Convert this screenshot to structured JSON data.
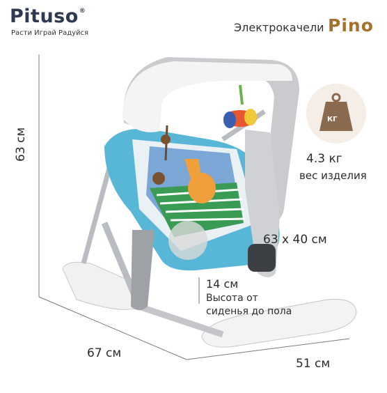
{
  "brand": {
    "logo_text": "Pituso",
    "trademark": "®",
    "tagline": "Расти Играй Радуйся"
  },
  "header": {
    "product_type": "Электрокачели",
    "model_name": "Pino"
  },
  "weight": {
    "icon_label": "КГ",
    "value": "4.3 кг",
    "label": "вес изделия"
  },
  "dimensions": {
    "height": "63 см",
    "seat_size": "63 x 40 см",
    "seat_height": "14 см",
    "seat_height_note_line1": "Высота от",
    "seat_height_note_line2": "сиденья до пола",
    "depth": "67 см",
    "width": "51 см"
  },
  "colors": {
    "brand_navy": "#2f3a52",
    "model_gold": "#a6712e",
    "weight_icon": "#8a6a4e",
    "frame_grey": "#b9bcc0",
    "seat_teal": "#58b7d6"
  }
}
